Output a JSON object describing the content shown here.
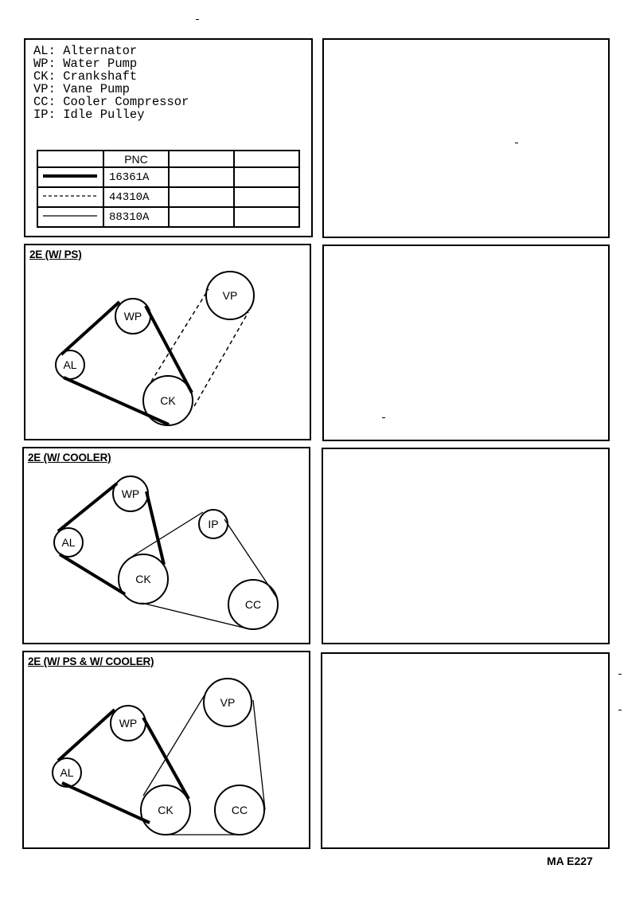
{
  "legend": {
    "items": [
      {
        "abbr": "AL",
        "name": "Alternator"
      },
      {
        "abbr": "WP",
        "name": "Water Pump"
      },
      {
        "abbr": "CK",
        "name": "Crankshaft"
      },
      {
        "abbr": "VP",
        "name": "Vane Pump"
      },
      {
        "abbr": "CC",
        "name": "Cooler Compressor"
      },
      {
        "abbr": "IP",
        "name": "Idle Pulley"
      }
    ],
    "pnc_header": "PNC",
    "pnc_rows": [
      {
        "line_style": "thick",
        "code": "16361A"
      },
      {
        "line_style": "dashed",
        "code": "44310A"
      },
      {
        "line_style": "thin",
        "code": "88310A"
      }
    ]
  },
  "diagrams": [
    {
      "title": "2E (W/ PS)",
      "pulleys": [
        {
          "label": "WP"
        },
        {
          "label": "VP"
        },
        {
          "label": "AL"
        },
        {
          "label": "CK"
        }
      ]
    },
    {
      "title": "2E (W/ COOLER)",
      "pulleys": [
        {
          "label": "WP"
        },
        {
          "label": "IP"
        },
        {
          "label": "AL"
        },
        {
          "label": "CK"
        },
        {
          "label": "CC"
        }
      ]
    },
    {
      "title": "2E (W/ PS & W/ COOLER)",
      "pulleys": [
        {
          "label": "WP"
        },
        {
          "label": "VP"
        },
        {
          "label": "AL"
        },
        {
          "label": "CK"
        },
        {
          "label": "CC"
        }
      ]
    }
  ],
  "figure_code": "MA E227"
}
